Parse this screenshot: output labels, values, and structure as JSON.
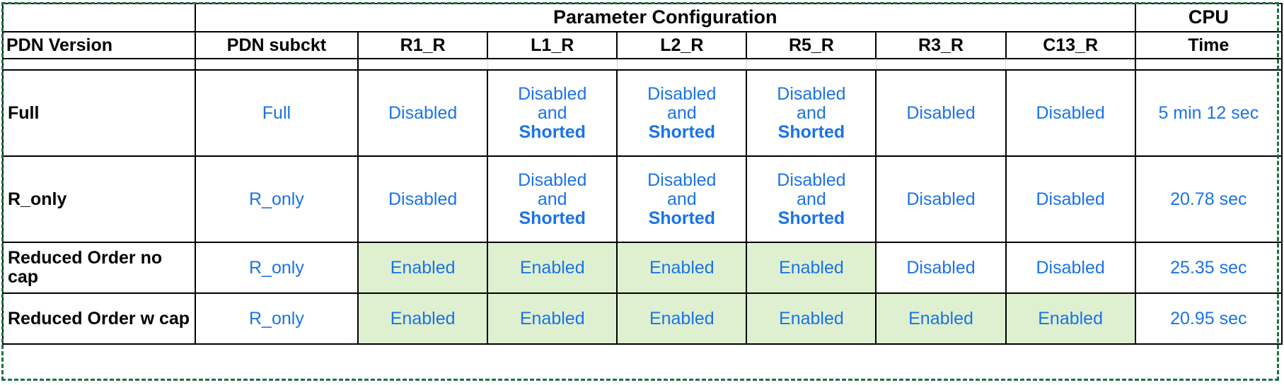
{
  "table": {
    "header": {
      "group_label": "Parameter Configuration",
      "cpu_top": "CPU",
      "cpu_bottom": "Time",
      "columns": [
        "PDN Version",
        "PDN subckt",
        "R1_R",
        "L1_R",
        "L2_R",
        "R5_R",
        "R3_R",
        "C13_R"
      ]
    },
    "rows": [
      {
        "version": "Full",
        "subckt": "Full",
        "r1_r": {
          "line1": "Disabled",
          "line2": "",
          "line3": ""
        },
        "l1_r": {
          "line1": "Disabled",
          "line2": "and",
          "line3": "Shorted"
        },
        "l2_r": {
          "line1": "Disabled",
          "line2": "and",
          "line3": "Shorted"
        },
        "r5_r": {
          "line1": "Disabled",
          "line2": "and",
          "line3": "Shorted"
        },
        "r3_r": {
          "line1": "Disabled",
          "line2": "",
          "line3": ""
        },
        "c13_r": {
          "line1": "Disabled",
          "line2": "",
          "line3": ""
        },
        "cpu_time": "5 min 12 sec"
      },
      {
        "version": "R_only",
        "subckt": "R_only",
        "r1_r": {
          "line1": "Disabled",
          "line2": "",
          "line3": ""
        },
        "l1_r": {
          "line1": "Disabled",
          "line2": "and",
          "line3": "Shorted"
        },
        "l2_r": {
          "line1": "Disabled",
          "line2": "and",
          "line3": "Shorted"
        },
        "r5_r": {
          "line1": "Disabled",
          "line2": "and",
          "line3": "Shorted"
        },
        "r3_r": {
          "line1": "Disabled",
          "line2": "",
          "line3": ""
        },
        "c13_r": {
          "line1": "Disabled",
          "line2": "",
          "line3": ""
        },
        "cpu_time": "20.78 sec"
      },
      {
        "version_line1": "Reduced Order",
        "version_line2": "no cap",
        "subckt": "R_only",
        "r1_r": {
          "line1": "Enabled",
          "line2": "",
          "line3": ""
        },
        "l1_r": {
          "line1": "Enabled",
          "line2": "",
          "line3": ""
        },
        "l2_r": {
          "line1": "Enabled",
          "line2": "",
          "line3": ""
        },
        "r5_r": {
          "line1": "Enabled",
          "line2": "",
          "line3": ""
        },
        "r3_r": {
          "line1": "Disabled",
          "line2": "",
          "line3": ""
        },
        "c13_r": {
          "line1": "Disabled",
          "line2": "",
          "line3": ""
        },
        "cpu_time": "25.35 sec"
      },
      {
        "version_line1": "Reduced Order",
        "version_line2": "w cap",
        "subckt": "R_only",
        "r1_r": {
          "line1": "Enabled",
          "line2": "",
          "line3": ""
        },
        "l1_r": {
          "line1": "Enabled",
          "line2": "",
          "line3": ""
        },
        "l2_r": {
          "line1": "Enabled",
          "line2": "",
          "line3": ""
        },
        "r5_r": {
          "line1": "Enabled",
          "line2": "",
          "line3": ""
        },
        "r3_r": {
          "line1": "Enabled",
          "line2": "",
          "line3": ""
        },
        "c13_r": {
          "line1": "Enabled",
          "line2": "",
          "line3": ""
        },
        "cpu_time": "20.95 sec"
      }
    ]
  },
  "colors": {
    "value_blue": "#1a73e8",
    "highlight_green": "#dff0d0",
    "selection_green": "#1e7145",
    "grid_black": "#000000"
  }
}
